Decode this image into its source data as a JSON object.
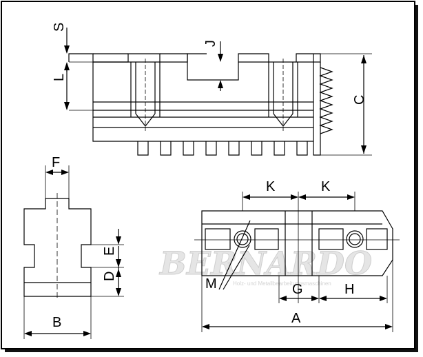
{
  "labels": {
    "S": "S",
    "J": "J",
    "L": "L",
    "C": "C",
    "F": "F",
    "E": "E",
    "D": "D",
    "B": "B",
    "K1": "K",
    "K2": "K",
    "M": "M",
    "G": "G",
    "H": "H",
    "A": "A"
  },
  "watermark": {
    "brand": "BERNARDO",
    "tagline": "Holz- und Metallbearbeitungsmaschinen"
  },
  "colors": {
    "line": "#000000",
    "background": "#ffffff",
    "watermark": "#d9d9d9"
  }
}
